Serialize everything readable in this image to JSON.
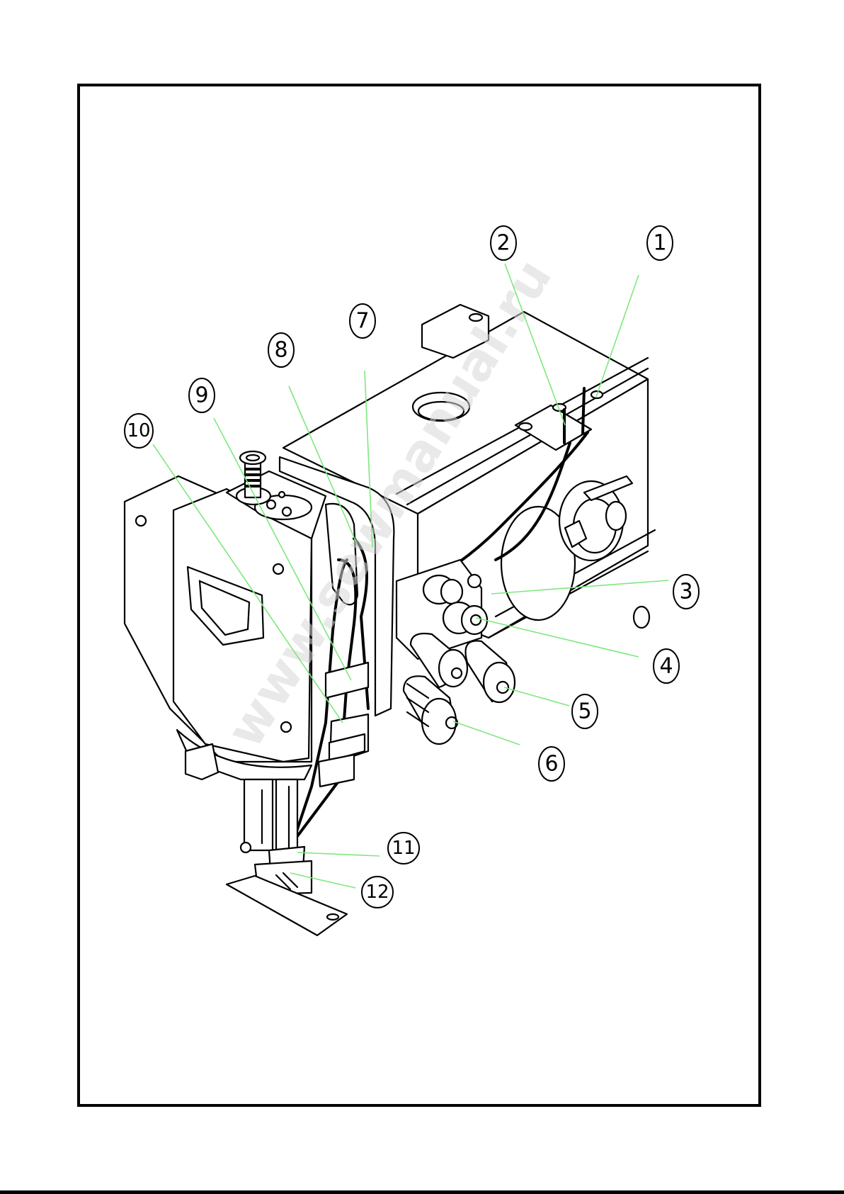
{
  "diagram": {
    "callouts": [
      {
        "id": "1",
        "label": "1"
      },
      {
        "id": "2",
        "label": "2"
      },
      {
        "id": "3",
        "label": "3"
      },
      {
        "id": "4",
        "label": "4"
      },
      {
        "id": "5",
        "label": "5"
      },
      {
        "id": "6",
        "label": "6"
      },
      {
        "id": "7",
        "label": "7"
      },
      {
        "id": "8",
        "label": "8"
      },
      {
        "id": "9",
        "label": "9"
      },
      {
        "id": "10",
        "label": "10"
      },
      {
        "id": "11",
        "label": "11"
      },
      {
        "id": "12",
        "label": "12"
      }
    ],
    "watermark": "www.sewmanual.ru",
    "colors": {
      "leader": "#7ee87e",
      "ink": "#000000",
      "paper": "#ffffff"
    }
  }
}
